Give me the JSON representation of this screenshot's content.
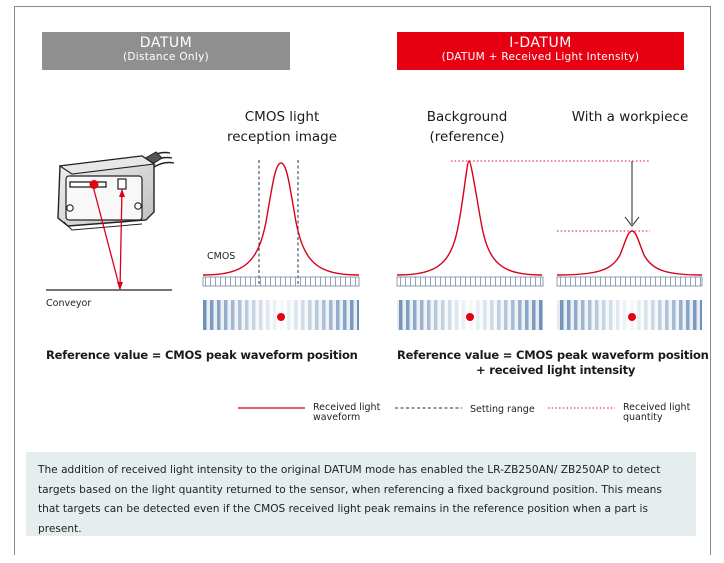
{
  "left_panel": {
    "title": "DATUM",
    "subtitle": "(Distance Only)",
    "caption_line1": "CMOS light",
    "caption_line2": "reception image",
    "cmos_label": "CMOS",
    "conveyor_label": "Conveyor",
    "reference": "Reference value = CMOS peak waveform position"
  },
  "right_panel": {
    "title": "I-DATUM",
    "subtitle": "(DATUM + Received Light Intensity)",
    "background_line1": "Background",
    "background_line2": "(reference)",
    "workpiece_caption": "With a workpiece",
    "reference_line1": "Reference value = CMOS peak waveform position",
    "reference_line2": "+ received light intensity"
  },
  "legend": {
    "waveform_line1": "Received light",
    "waveform_line2": "waveform",
    "setting_range": "Setting range",
    "quantity_line1": "Received light",
    "quantity_line2": "quantity"
  },
  "note": "The addition of received light intensity to the original DATUM mode has enabled the LR-ZB250AN/ ZB250AP to detect targets based on the light quantity returned to the sensor, when referencing a fixed background position. This means that targets can be detected even if the CMOS received light peak remains in the reference position when a part is present.",
  "colors": {
    "datum_header": "#8f8f8f",
    "idatum_header": "#e60012",
    "waveform": "#d9001b",
    "range": "#1f2f5a",
    "quantity": "#e0005a",
    "note_background": "#e6edef"
  }
}
